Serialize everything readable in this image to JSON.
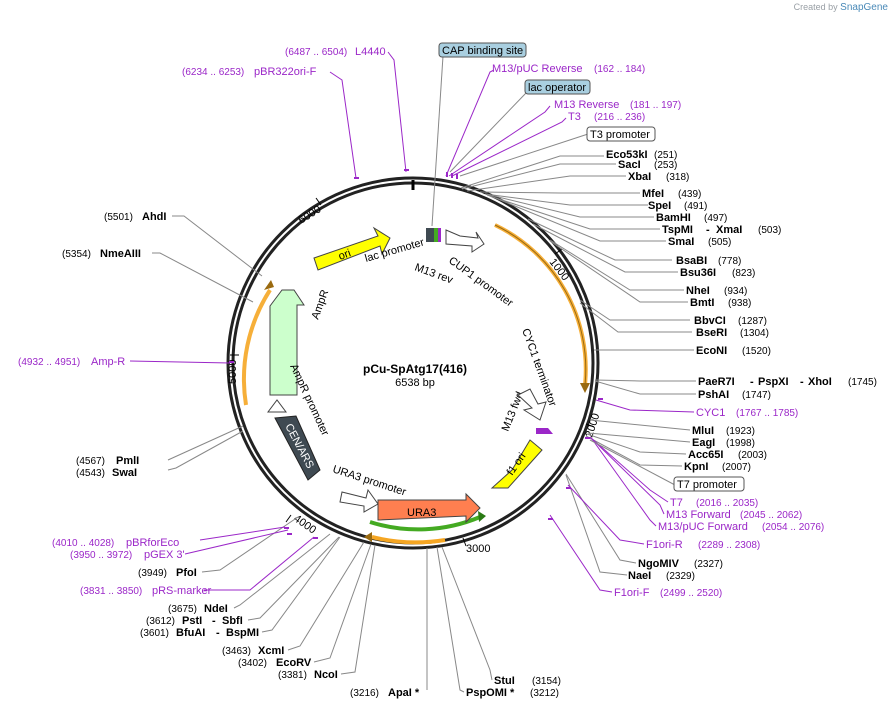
{
  "credit": {
    "prefix": "Created by",
    "brand": "SnapGene"
  },
  "plasmid": {
    "name": "pCu-SpAtg17(416)",
    "length": "6538 bp"
  },
  "ticks": [
    "1000",
    "2000",
    "3000",
    "4000",
    "5000",
    "6000"
  ],
  "enzymes": {
    "eco53ki": {
      "name": "Eco53kI",
      "pos": "(251)"
    },
    "saci": {
      "name": "SacI",
      "pos": "(253)"
    },
    "xbai": {
      "name": "XbaI",
      "pos": "(318)"
    },
    "mfei": {
      "name": "MfeI",
      "pos": "(439)"
    },
    "spei": {
      "name": "SpeI",
      "pos": "(491)"
    },
    "bamhi": {
      "name": "BamHI",
      "pos": "(497)"
    },
    "tspmi": {
      "name": "TspMI",
      "sep": "-",
      "name2": "XmaI",
      "pos": "(503)"
    },
    "smai": {
      "name": "SmaI",
      "pos": "(505)"
    },
    "bsabi": {
      "name": "BsaBI",
      "pos": "(778)"
    },
    "bsu36i": {
      "name": "Bsu36I",
      "pos": "(823)"
    },
    "nhei": {
      "name": "NheI",
      "pos": "(934)"
    },
    "bmti": {
      "name": "BmtI",
      "pos": "(938)"
    },
    "bbvci": {
      "name": "BbvCI",
      "pos": "(1287)"
    },
    "bseri": {
      "name": "BseRI",
      "pos": "(1304)"
    },
    "econi": {
      "name": "EcoNI",
      "pos": "(1520)"
    },
    "paer7i": {
      "name": "PaeR7I",
      "sep": "-",
      "name2": "PspXI",
      "sep2": "-",
      "name3": "XhoI",
      "pos": "(1745)"
    },
    "pshai": {
      "name": "PshAI",
      "pos": "(1747)"
    },
    "mlui": {
      "name": "MluI",
      "pos": "(1923)"
    },
    "eagi": {
      "name": "EagI",
      "pos": "(1998)"
    },
    "acc65i": {
      "name": "Acc65I",
      "pos": "(2003)"
    },
    "kpni": {
      "name": "KpnI",
      "pos": "(2007)"
    },
    "ngomiv": {
      "name": "NgoMIV",
      "pos": "(2327)"
    },
    "naei": {
      "name": "NaeI",
      "pos": "(2329)"
    },
    "stui": {
      "name": "StuI",
      "pos": "(3154)"
    },
    "pspomi": {
      "name": "PspOMI *",
      "pos": "(3212)"
    },
    "apai": {
      "name": "ApaI *",
      "pos": "(3216)"
    },
    "ncoi": {
      "name": "NcoI",
      "pos": "(3381)"
    },
    "ecorv": {
      "name": "EcoRV",
      "pos": "(3402)"
    },
    "xcmi": {
      "name": "XcmI",
      "pos": "(3463)"
    },
    "bfuai": {
      "name": "BfuAI",
      "sep": "-",
      "name2": "BspMI",
      "pos": "(3601)"
    },
    "psti": {
      "name": "PstI",
      "sep": "-",
      "name2": "SbfI",
      "pos": "(3612)"
    },
    "ndei": {
      "name": "NdeI",
      "pos": "(3675)"
    },
    "pfoi": {
      "name": "PfoI",
      "pos": "(3949)"
    },
    "swai": {
      "name": "SwaI",
      "pos": "(4543)"
    },
    "pmli": {
      "name": "PmlI",
      "pos": "(4567)"
    },
    "nmeaiii": {
      "name": "NmeAIII",
      "pos": "(5354)"
    },
    "ahdi": {
      "name": "AhdI",
      "pos": "(5501)"
    }
  },
  "primers": {
    "l4440": {
      "name": "L4440",
      "pos": "(6487 .. 6504)"
    },
    "pbr322ori": {
      "name": "pBR322ori-F",
      "pos": "(6234 .. 6253)"
    },
    "m13puc_rev": {
      "name": "M13/pUC Reverse",
      "pos": "(162 .. 184)"
    },
    "m13_rev": {
      "name": "M13 Reverse",
      "pos": "(181 .. 197)"
    },
    "t3": {
      "name": "T3",
      "pos": "(216 .. 236)"
    },
    "cyc1": {
      "name": "CYC1",
      "pos": "(1767 .. 1785)"
    },
    "t7": {
      "name": "T7",
      "pos": "(2016 .. 2035)"
    },
    "m13_fwd": {
      "name": "M13 Forward",
      "pos": "(2045 .. 2062)"
    },
    "m13puc_fwd": {
      "name": "M13/pUC Forward",
      "pos": "(2054 .. 2076)"
    },
    "f1ori_r": {
      "name": "F1ori-R",
      "pos": "(2289 .. 2308)"
    },
    "f1ori_f": {
      "name": "F1ori-F",
      "pos": "(2499 .. 2520)"
    },
    "ampr_primer": {
      "name": "Amp-R",
      "pos": "(4932 .. 4951)"
    },
    "pbrforeco": {
      "name": "pBRforEco",
      "pos": "(4010 .. 4028)"
    },
    "pgex3": {
      "name": "pGEX 3'",
      "pos": "(3950 .. 3972)"
    },
    "prs_marker": {
      "name": "pRS-marker",
      "pos": "(3831 .. 3850)"
    }
  },
  "boxes": {
    "cap": "CAP binding site",
    "lacop": "lac operator",
    "t3prom": "T3 promoter",
    "t7prom": "T7 promoter"
  },
  "features": {
    "ori": "ori",
    "ampr": "AmpR",
    "ampr_promoter": "AmpR promoter",
    "cen_ars": "CEN/ARS",
    "ura3": "URA3",
    "ura3_promoter": "URA3 promoter",
    "f1ori": "f1 ori",
    "m13fwd": "M13 fwd",
    "cyc1term": "CYC1 terminator",
    "cup1": "CUP1 promoter",
    "lacprom": "lac promoter",
    "m13rev": "M13 rev"
  },
  "colors": {
    "ori": "#ffff00",
    "ampr": "#ccffcc",
    "ura3": "#ff7f50",
    "cen_ars": "#3f4a52",
    "orf_arc": "#f5a623",
    "green_arc": "#44aa22",
    "primer": "#9b27c8",
    "box_fill": "#a9cfe0"
  }
}
